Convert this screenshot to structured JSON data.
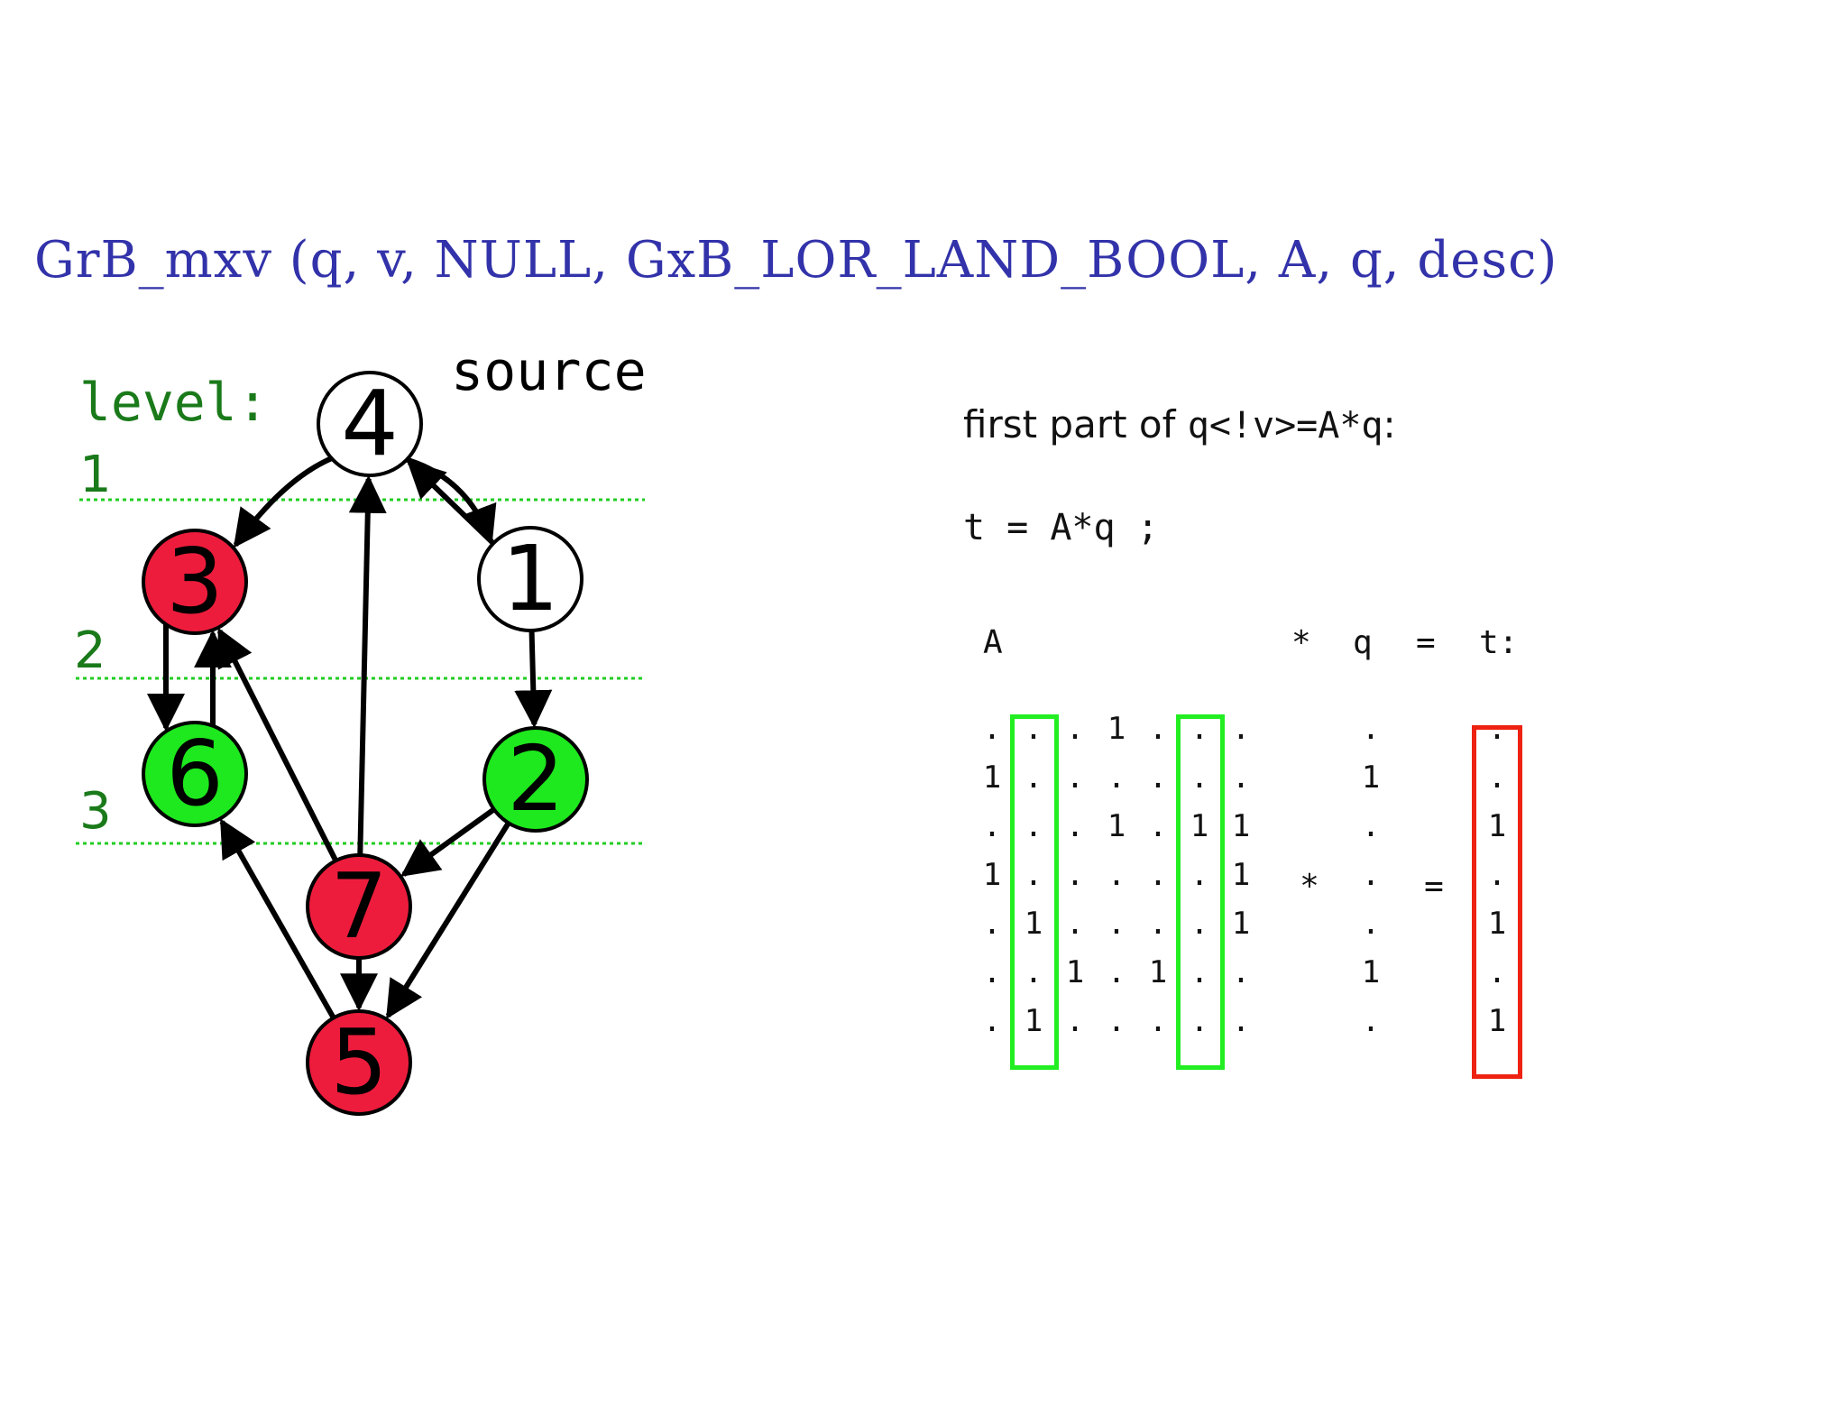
{
  "title": "GrB_mxv (q, v, NULL, GxB_LOR_LAND_BOOL, A, q, desc)",
  "graph": {
    "level_label": "level:",
    "source_label": "source",
    "level_numbers": [
      "1",
      "2",
      "3"
    ],
    "nodes": [
      {
        "id": "4",
        "color": "#ffffff"
      },
      {
        "id": "1",
        "color": "#ffffff"
      },
      {
        "id": "3",
        "color": "#ee1c3c"
      },
      {
        "id": "6",
        "color": "#1ee81e"
      },
      {
        "id": "2",
        "color": "#1ee81e"
      },
      {
        "id": "7",
        "color": "#ee1c3c"
      },
      {
        "id": "5",
        "color": "#ee1c3c"
      }
    ],
    "edges": [
      [
        "4",
        "3"
      ],
      [
        "4",
        "1"
      ],
      [
        "1",
        "4"
      ],
      [
        "1",
        "2"
      ],
      [
        "3",
        "6"
      ],
      [
        "6",
        "3"
      ],
      [
        "7",
        "3"
      ],
      [
        "7",
        "4"
      ],
      [
        "7",
        "5"
      ],
      [
        "2",
        "7"
      ],
      [
        "2",
        "5"
      ],
      [
        "5",
        "6"
      ]
    ],
    "level_line_color": "#22cc22",
    "level_text_color": "#1a7a1a"
  },
  "caption": {
    "text": "first part of ",
    "code": "q<!v>=A*q",
    "suffix": ":"
  },
  "statement": "t = A*q ;",
  "matrix": {
    "headers": {
      "A": "A",
      "times": "*",
      "q": "q",
      "equals": "=",
      "t": "t:"
    },
    "A_rows": [
      [
        ".",
        ".",
        ".",
        "1",
        ".",
        ".",
        "."
      ],
      [
        "1",
        ".",
        ".",
        ".",
        ".",
        ".",
        "."
      ],
      [
        ".",
        ".",
        ".",
        "1",
        ".",
        "1",
        "1"
      ],
      [
        "1",
        ".",
        ".",
        ".",
        ".",
        ".",
        "1"
      ],
      [
        ".",
        "1",
        ".",
        ".",
        ".",
        ".",
        "1"
      ],
      [
        ".",
        ".",
        "1",
        ".",
        "1",
        ".",
        "."
      ],
      [
        ".",
        "1",
        ".",
        ".",
        ".",
        ".",
        "."
      ]
    ],
    "q": [
      ".",
      "1",
      ".",
      ".",
      ".",
      "1",
      "."
    ],
    "t": [
      ".",
      ".",
      "1",
      ".",
      "1",
      ".",
      "1"
    ],
    "times_op": "*",
    "equals_op": "=",
    "highlight_columns": [
      2,
      6
    ],
    "column_box_color": "#22ee22",
    "result_box_color": "#ee2211"
  }
}
